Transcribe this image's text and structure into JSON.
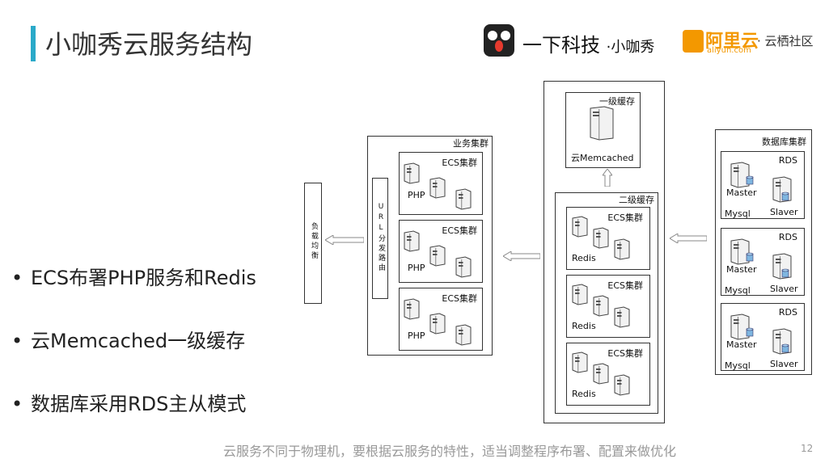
{
  "slide": {
    "title": "小咖秀云服务结构",
    "page_number": "12",
    "footer": "云服务不同于物理机，要根据云服务的特性，适当调整程序布署、配置来做优化"
  },
  "logos": {
    "brand1_main": "一下科技",
    "brand1_sep": "·",
    "brand1_sub": "小咖秀",
    "aliyun_text": "阿里云",
    "aliyun_sub": "aliyun.com",
    "yunqi": "· 云栖社区"
  },
  "bullets": [
    "ECS布署PHP服务和Redis",
    "云Memcached一级缓存",
    "数据库采用RDS主从模式"
  ],
  "diagram": {
    "load_balancer": "负载均衡",
    "url_router": "URL分发路由",
    "business_cluster": {
      "title": "业务集群",
      "groups": [
        {
          "title": "ECS集群",
          "label": "PHP"
        },
        {
          "title": "ECS集群",
          "label": "PHP"
        },
        {
          "title": "ECS集群",
          "label": "PHP"
        }
      ]
    },
    "l1_cache": {
      "title": "一级缓存",
      "label": "云Memcached"
    },
    "l2_cache": {
      "title": "二级缓存",
      "groups": [
        {
          "title": "ECS集群",
          "label": "Redis"
        },
        {
          "title": "ECS集群",
          "label": "Redis"
        },
        {
          "title": "ECS集群",
          "label": "Redis"
        }
      ]
    },
    "db_cluster": {
      "title": "数据库集群",
      "groups": [
        {
          "title": "RDS",
          "master": "Master",
          "slave": "Slaver",
          "db": "Mysql"
        },
        {
          "title": "RDS",
          "master": "Master",
          "slave": "Slaver",
          "db": "Mysql"
        },
        {
          "title": "RDS",
          "master": "Master",
          "slave": "Slaver",
          "db": "Mysql"
        }
      ]
    }
  },
  "colors": {
    "accent": "#2aa9c9",
    "aliyun_orange": "#f39800",
    "logo_red": "#e63a2e"
  }
}
